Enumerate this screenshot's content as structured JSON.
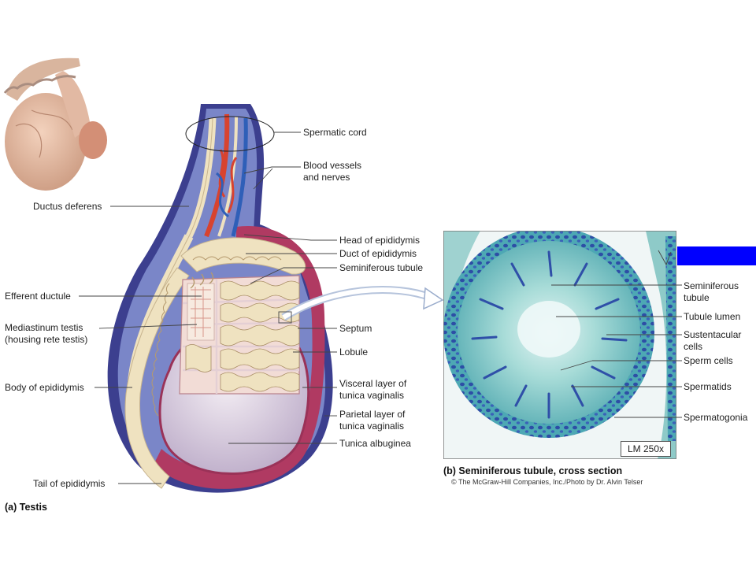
{
  "labels": {
    "spermatic_cord": "Spermatic cord",
    "blood_vessels_1": "Blood vessels",
    "blood_vessels_2": "and nerves",
    "ductus_deferens": "Ductus deferens",
    "head_epididymis": "Head of epididymis",
    "duct_epididymis": "Duct of epididymis",
    "seminiferous_tubule": "Seminiferous tubule",
    "efferent_ductule": "Efferent ductule",
    "mediastinum_1": "Mediastinum testis",
    "mediastinum_2": "(housing rete testis)",
    "septum": "Septum",
    "lobule": "Lobule",
    "body_epididymis": "Body of epididymis",
    "visceral_1": "Visceral layer of",
    "visceral_2": "tunica vaginalis",
    "parietal_1": "Parietal layer of",
    "parietal_2": "tunica vaginalis",
    "tunica_albuginea": "Tunica albuginea",
    "tail_epididymis": "Tail of epididymis",
    "caption_a": "(a) Testis"
  },
  "micrograph": {
    "seminiferous_1": "Seminiferous",
    "seminiferous_2": "tubule",
    "tubule_lumen": "Tubule lumen",
    "sustentacular_1": "Sustentacular",
    "sustentacular_2": "cells",
    "sperm_cells": "Sperm cells",
    "spermatids": "Spermatids",
    "spermatogonia": "Spermatogonia",
    "scale": "LM 250x",
    "caption_b": "(b) Seminiferous tubule, cross section",
    "credit": "© The McGraw-Hill Companies, Inc./Photo by Dr. Alvin Telser"
  },
  "colors": {
    "tunica_vaginalis": "#3c3f8f",
    "tunica_parietal": "#b03a62",
    "epididymis": "#efe2c0",
    "artery": "#d8432f",
    "vein": "#2f5fb8",
    "tissue_teal": "#5fb8b2",
    "nuclei": "#2f4fa8",
    "highlight": "#0000ff"
  }
}
